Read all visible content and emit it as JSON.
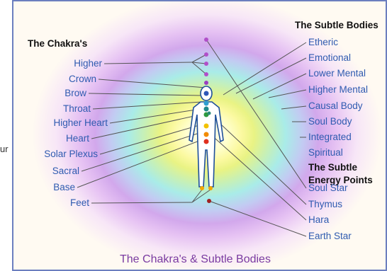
{
  "stray_text": "ur",
  "chakras": {
    "heading": "The Chakra's",
    "items": [
      "Higher",
      "Crown",
      "Brow",
      "Throat",
      "Higher Heart",
      "Heart",
      "Solar Plexus",
      "Sacral",
      "Base",
      "Feet"
    ]
  },
  "subtle_bodies": {
    "heading": "The Subtle Bodies",
    "items": [
      "Etheric",
      "Emotional",
      "Lower Mental",
      "Higher Mental",
      "Causal Body",
      "Soul Body",
      "Integrated",
      "Spiritual"
    ]
  },
  "energy_points": {
    "heading_line1": "The Subtle",
    "heading_line2": "Energy Points",
    "items": [
      "Soul Star",
      "Thymus",
      "Hara",
      "Earth Star"
    ]
  },
  "title": "The Chakra's & Subtle Bodies",
  "colors": {
    "label_blue": "#2f5bb0",
    "title_purple": "#7a3aa1",
    "border": "#6c7fbf"
  }
}
